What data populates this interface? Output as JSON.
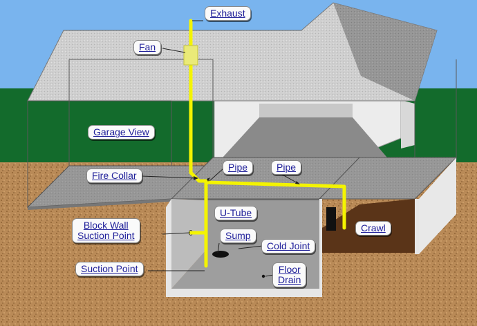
{
  "labels": {
    "exhaust": "Exhaust",
    "fan": "Fan",
    "garage_view": "Garage View",
    "fire_collar": "Fire Collar",
    "pipe_left": "Pipe",
    "pipe_right": "Pipe",
    "u_tube": "U-Tube",
    "block_wall_line1": "Block Wall",
    "block_wall_line2": "Suction Point",
    "sump": "Sump",
    "cold_joint": "Cold Joint",
    "suction_point": "Suction Point",
    "floor_drain_line1": "Floor",
    "floor_drain_line2": "Drain",
    "crawl": "Crawl"
  },
  "colors": {
    "sky": "#79b4ee",
    "trees": "#136b2c",
    "ground": "#b98a57",
    "pipe": "#f4f400",
    "crawl_floor": "#5a3418",
    "label_text": "#20209a"
  }
}
